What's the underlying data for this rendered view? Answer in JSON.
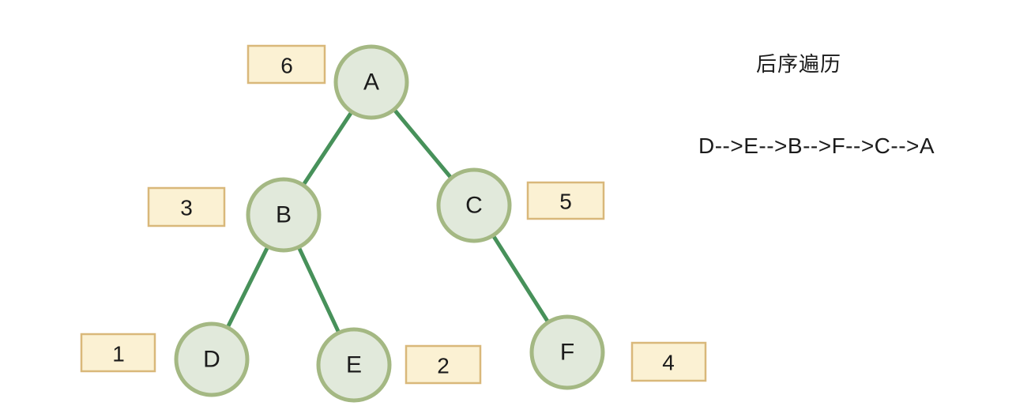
{
  "heading": {
    "title": "后序遍历",
    "result": "D-->E-->B-->F-->C-->A"
  },
  "tree": {
    "type": "binary-tree",
    "nodes": [
      {
        "label": "A",
        "visit_order": "6"
      },
      {
        "label": "B",
        "visit_order": "3"
      },
      {
        "label": "C",
        "visit_order": "5"
      },
      {
        "label": "D",
        "visit_order": "1"
      },
      {
        "label": "E",
        "visit_order": "2"
      },
      {
        "label": "F",
        "visit_order": "4"
      }
    ],
    "edges": [
      {
        "from": "A",
        "to": "B"
      },
      {
        "from": "A",
        "to": "C"
      },
      {
        "from": "B",
        "to": "D"
      },
      {
        "from": "B",
        "to": "E"
      },
      {
        "from": "C",
        "to": "F"
      }
    ]
  },
  "colors": {
    "node-fill": "#e1e9db",
    "node-border": "#a4b883",
    "edge": "#47915a",
    "box-fill": "#fbf1d3",
    "box-border": "#d9b87a",
    "ink": "#1b1b1b",
    "bg": "#ffffff"
  }
}
